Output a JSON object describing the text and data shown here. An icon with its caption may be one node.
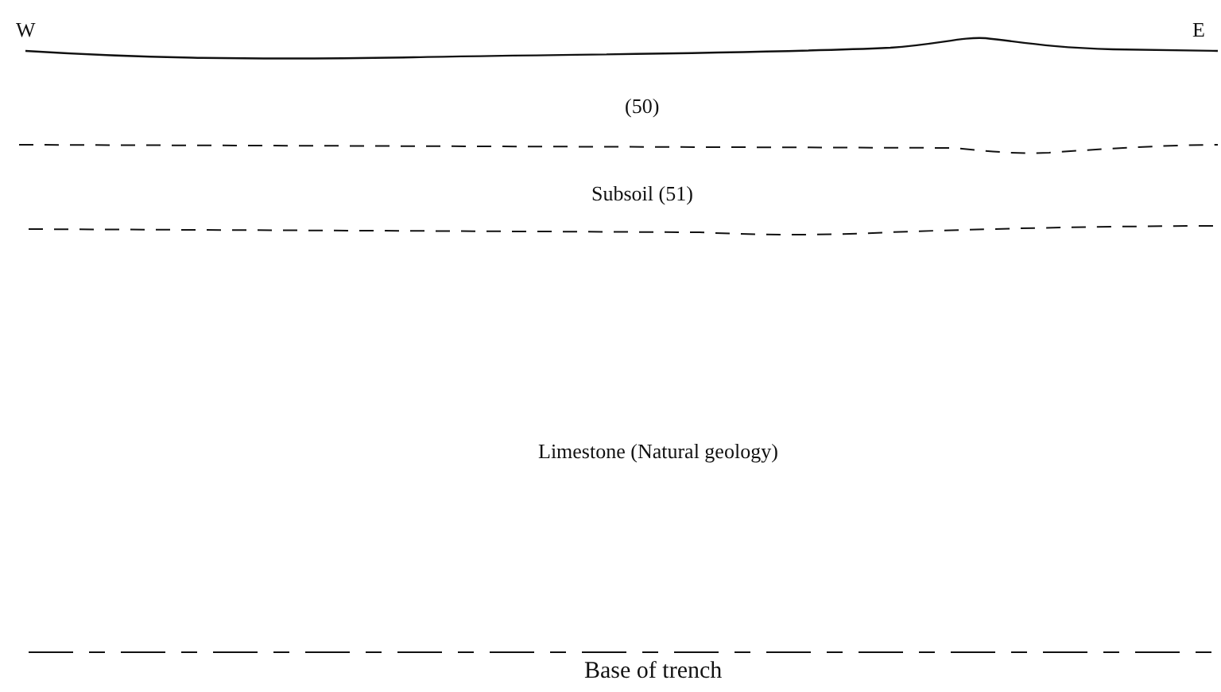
{
  "diagram": {
    "labels": [
      "W",
      "E",
      "(50)",
      "Subsoil (51)",
      "Limestone (Natural geology)",
      "Base of trench"
    ]
  }
}
